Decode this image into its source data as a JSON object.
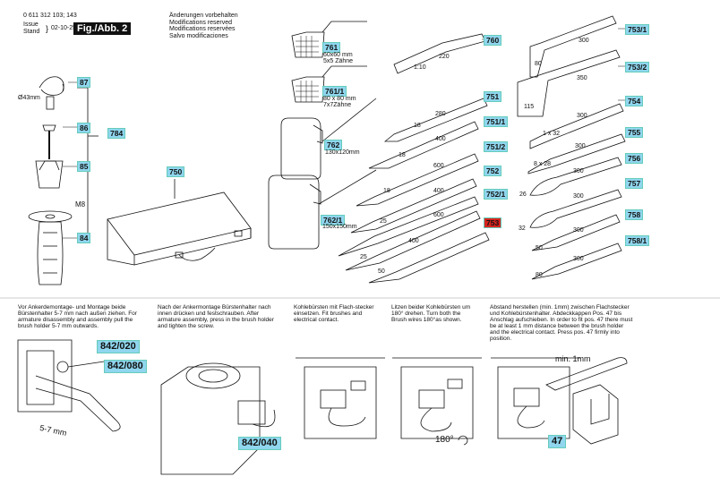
{
  "header": {
    "doc_number": "0 611 312 103; 143",
    "issue_label": "Issue",
    "stand_label": "Stand",
    "date": "02-10-25",
    "fig_label": "Fig./Abb. 2",
    "modifications": [
      "Änderungen vorbehalten",
      "Modifications reserved",
      "Modifications reservées",
      "Salvo modificaciones"
    ]
  },
  "parts": {
    "p87": "87",
    "p86": "86",
    "p85": "85",
    "p84": "84",
    "p784": "784",
    "p750": "750",
    "p761": "761",
    "p761_1": "761/1",
    "p762": "762",
    "p762_1": "762/1",
    "p760": "760",
    "p751": "751",
    "p751_1": "751/1",
    "p751_2": "751/2",
    "p752": "752",
    "p752_1": "752/1",
    "p753": "753",
    "p753_1": "753/1",
    "p753_2": "753/2",
    "p754": "754",
    "p755": "755",
    "p756": "756",
    "p757": "757",
    "p758": "758",
    "p758_1": "758/1",
    "p842_020": "842/020",
    "p842_080": "842/080",
    "p842_040": "842/040",
    "p47": "47"
  },
  "labels": {
    "d43": "Ø43mm",
    "m8": "M8",
    "s761_a": "60x60 mm",
    "s761_b": "5x5 Zähne",
    "s761_1_a": "80 x 80 mm",
    "s761_1_b": "7x7Zähne",
    "s762": "130x120mm",
    "s762_1": "150x150mm",
    "l760_a": "1:10",
    "l760_b": "220",
    "l751_a": "280",
    "l751_b": "18",
    "l751_1_a": "400",
    "l751_1_b": "18",
    "l751_2_a": "600",
    "l751_2_b": "18",
    "l752_a": "400",
    "l752_b": "25",
    "l752_1_a": "600",
    "l752_1_b": "25",
    "l753_a": "400",
    "l753_b": "50",
    "r753_1_a": "300",
    "r753_1_b": "80",
    "r753_2_a": "350",
    "r753_2_b": "115",
    "r754_a": "300",
    "r754_b": "1 x 32",
    "r755_a": "300",
    "r755_b": "8 x 28",
    "r756_a": "300",
    "r756_b": "26",
    "r757_a": "300",
    "r757_b": "32",
    "r758_a": "300",
    "r758_b": "50",
    "r758_1_a": "300",
    "r758_1_b": "80",
    "dim_57": "5-7 mm",
    "min1mm": "min. 1mm",
    "deg180": "180°"
  },
  "instructions": [
    "Vor Ankerdemontage- und Montage beide Bürstenhalter 5-7 mm nach außen ziehen. For armature disassembly and assembly pull the brush holder 5-7 mm outwards.",
    "Nach der Ankermontage Bürstenhalter nach innen drücken und festschrauben. After armature assembly, press in the brush holder and tighten the screw.",
    "Kohlebürsten mit Flach-stecker einsetzen. Fit brushes and electrical contact.",
    "Litzen beider Kohlebürsten um 180° drehen. Turn both the Brush wires 180°as shown.",
    "Abstand herstellen (min. 1mm) zwischen Flachstecker und Kohlebürstenhalter. Abdeckkappen Pos. 47 bis Anschlag aufschieben. In order to fit pos. 47 there must be at least 1 mm distance between the brush holder and the electrical contact. Press pos. 47 firmly into position."
  ]
}
